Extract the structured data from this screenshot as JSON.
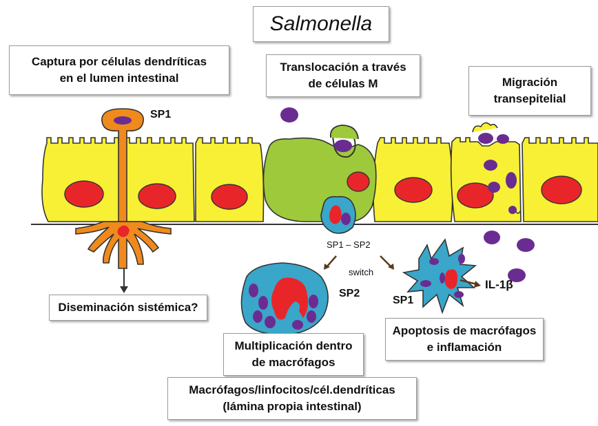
{
  "title": "Salmonella",
  "boxes": {
    "dendritic_capture": [
      "Captura por células dendríticas",
      "en el lumen intestinal"
    ],
    "m_cell_translocation": [
      "Translocación a través",
      "de células M"
    ],
    "transepithelial_migration": [
      "Migración",
      "transepitelial"
    ],
    "dissemination": [
      "Diseminación sistémica?"
    ],
    "multiplication": [
      "Multiplicación dentro",
      "de macrófagos"
    ],
    "apoptosis": [
      "Apoptosis de macrófagos",
      "e inflamación"
    ],
    "lamina_propria": [
      "Macrófagos/linfocitos/cél.dendríticas",
      "(lámina propia intestinal)"
    ]
  },
  "labels": {
    "sp1_top": "SP1",
    "sp1_sp2": "SP1 – SP2",
    "switch": "switch",
    "sp2": "SP2",
    "sp1_bottom": "SP1",
    "il1b": "IL-1β"
  },
  "colors": {
    "enterocyte": "#f7f034",
    "nucleus": "#e8262a",
    "m_cell": "#9dc93b",
    "dendritic_cell": "#f08a1c",
    "macrophage": "#3aa6c9",
    "bacteria": "#6b2c91"
  }
}
